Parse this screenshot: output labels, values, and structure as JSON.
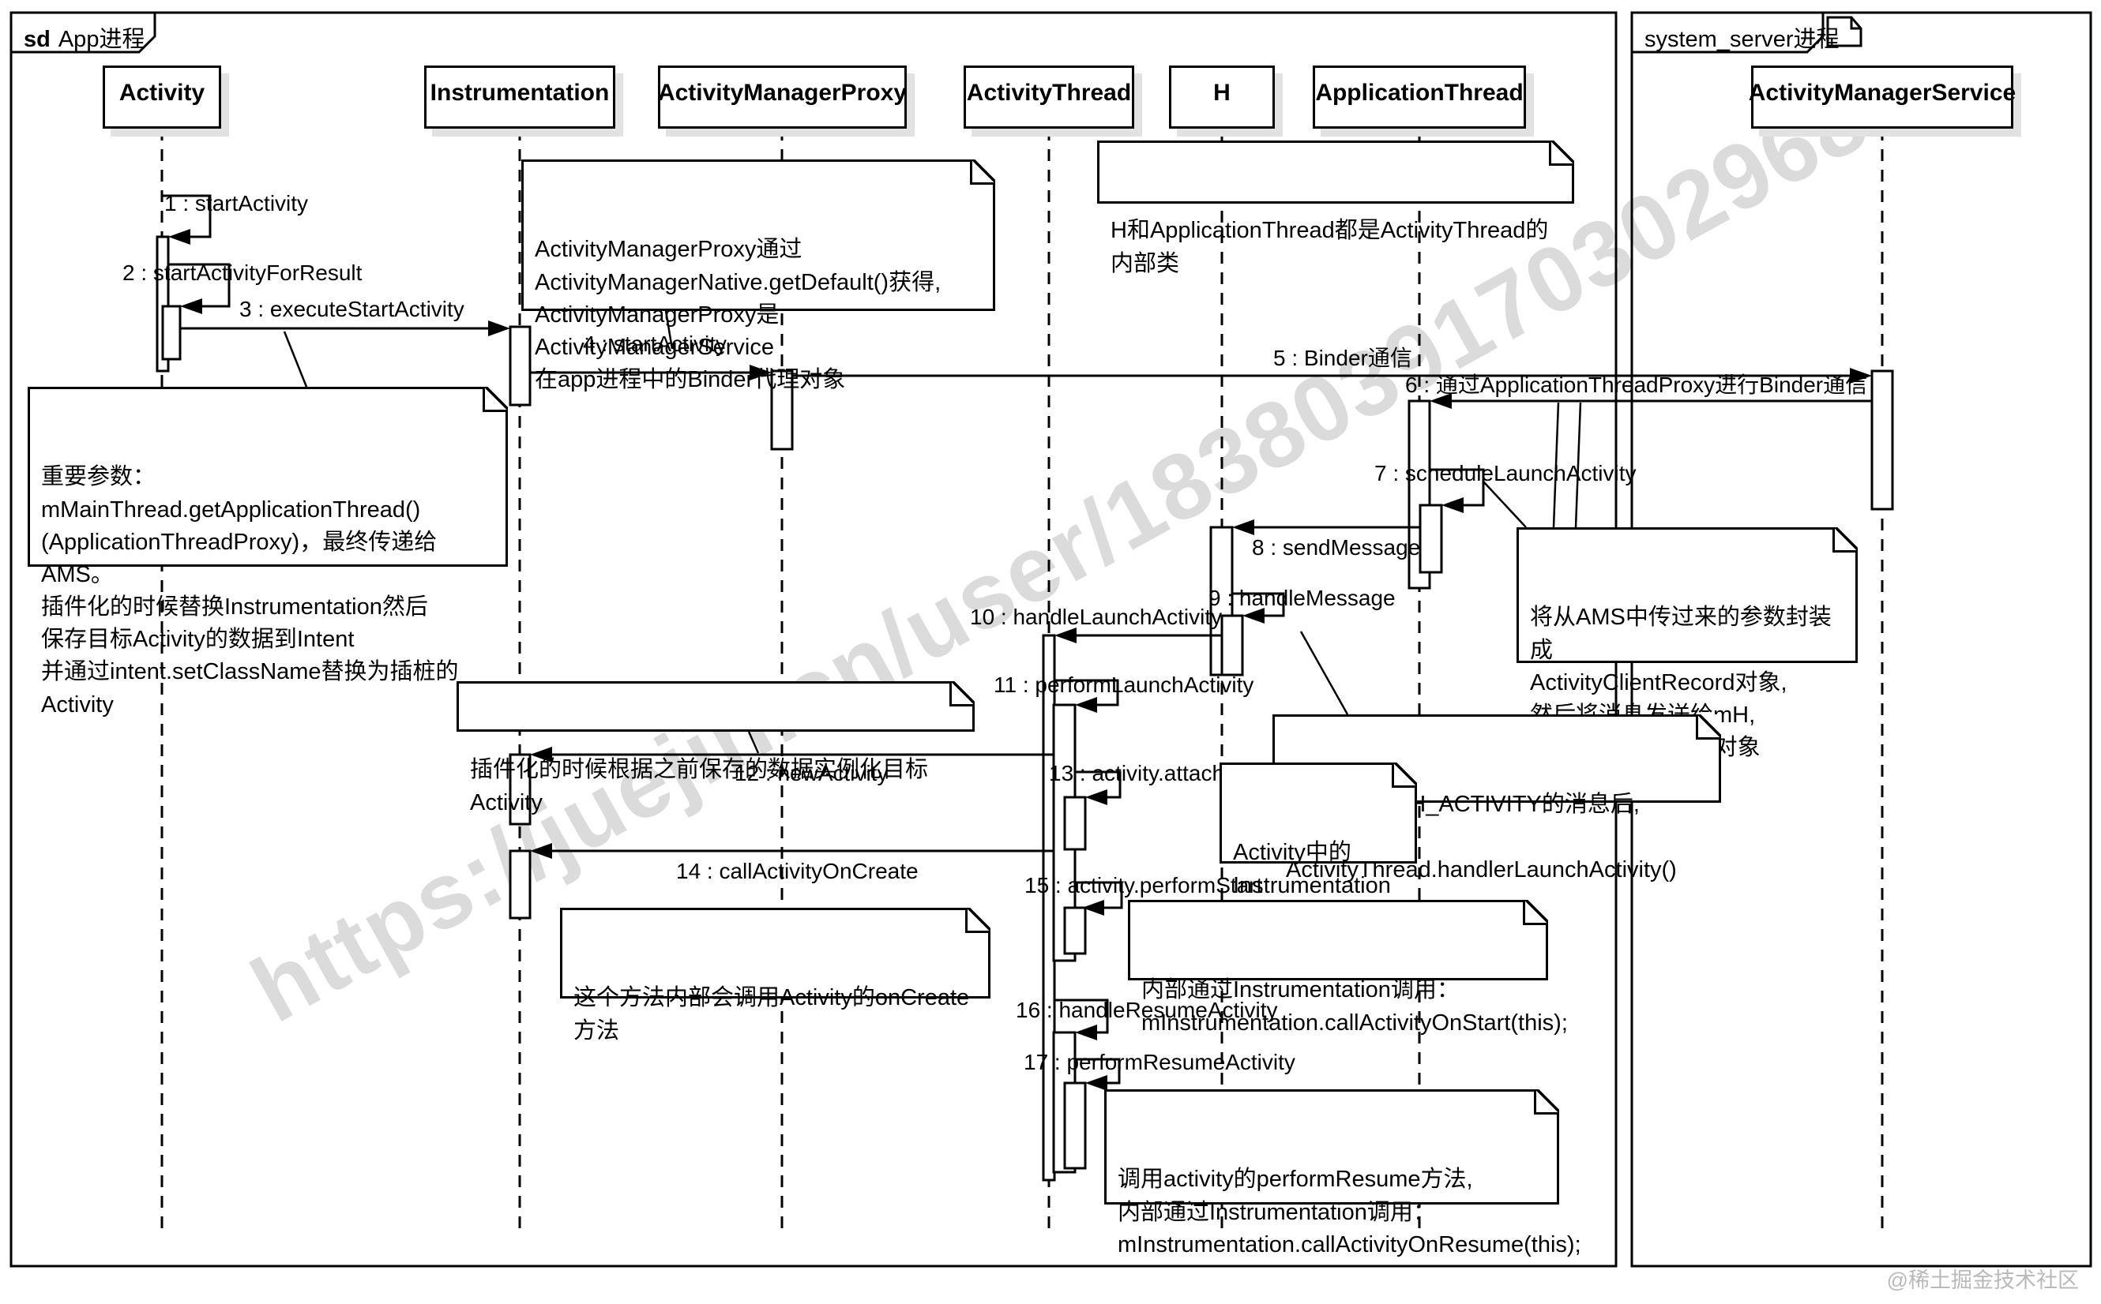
{
  "frames": {
    "app": {
      "keyword": "sd",
      "title": "App进程"
    },
    "system": {
      "title": "system_server进程"
    }
  },
  "lifelines": [
    {
      "name": "Activity"
    },
    {
      "name": "Instrumentation"
    },
    {
      "name": "ActivityManagerProxy"
    },
    {
      "name": "ActivityThread"
    },
    {
      "name": "H"
    },
    {
      "name": "ApplicationThread"
    },
    {
      "name": "ActivityManagerService"
    }
  ],
  "messages": [
    {
      "label": "1 : startActivity"
    },
    {
      "label": "2 : startActivityForResult"
    },
    {
      "label": "3 : executeStartActivity"
    },
    {
      "label": "4 : startActivity"
    },
    {
      "label": "5 : Binder通信"
    },
    {
      "label": "6 : 通过ApplicationThreadProxy进行Binder通信"
    },
    {
      "label": "7 : scheduleLaunchActivity"
    },
    {
      "label": "8 : sendMessage"
    },
    {
      "label": "9 : handleMessage"
    },
    {
      "label": "10 : handleLaunchActivity"
    },
    {
      "label": "11 : performLaunchActivity"
    },
    {
      "label": "12 : newActivity"
    },
    {
      "label": "13 : activity.attach"
    },
    {
      "label": "14 : callActivityOnCreate"
    },
    {
      "label": "15 : activity.performStart"
    },
    {
      "label": "16 : handleResumeActivity"
    },
    {
      "label": "17 : performResumeActivity"
    }
  ],
  "notes": [
    {
      "text": "ActivityManagerProxy通过\nActivityManagerNative.getDefault()获得,\nActivityManagerProxy是ActivityManagerService\n在app进程中的Binder代理对象"
    },
    {
      "text": "H和ApplicationThread都是ActivityThread的内部类"
    },
    {
      "text": "重要参数：mMainThread.getApplicationThread()\n(ApplicationThreadProxy)，最终传递给AMS。\n插件化的时候替换Instrumentation然后\n保存目标Activity的数据到Intent\n并通过intent.setClassName替换为插桩的Activity"
    },
    {
      "text": "将从AMS中传过来的参数封装成\nActivityClientRecord对象,\n然后将消息发送给mH,\nmH是一个Handler对象"
    },
    {
      "text": "收到LAUNCH_ACTIVITY的消息后,\n会调用ActivityThread.handlerLaunchActivity()"
    },
    {
      "text": "插件化的时候根据之前保存的数据实例化目标Activity"
    },
    {
      "text": "Activity中的\nInstrumentation\n在这里被传递进去"
    },
    {
      "text": "这个方法内部会调用Activity的onCreate方法"
    },
    {
      "text": "内部通过Instrumentation调用：\nmInstrumentation.callActivityOnStart(this);"
    },
    {
      "text": "调用activity的performResume方法,\n内部通过Instrumentation调用：\nmInstrumentation.callActivityOnResume(this);"
    }
  ],
  "watermarks": {
    "diagonal": "https://juejin.cn/user/1838039170302968",
    "credit": "@稀土掘金技术社区"
  }
}
